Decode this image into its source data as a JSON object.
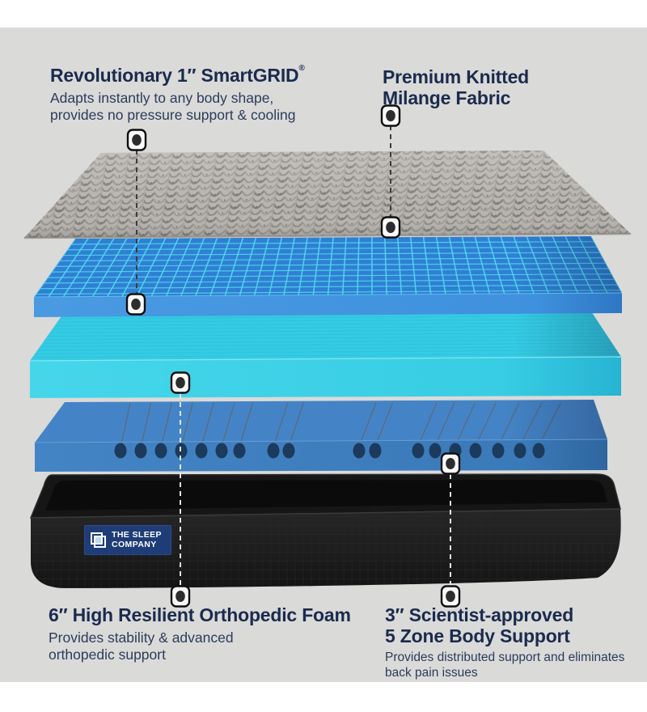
{
  "colors": {
    "background": "#dadad9",
    "page_margin": "#ffffff",
    "heading": "#1b2b4d",
    "body_text": "#2c3c59",
    "grid_layer_top": "#2f80d3",
    "grid_line": "#55d7f0",
    "grid_layer_front": "#3f91de",
    "gel_layer_top": "#35cbe3",
    "gel_layer_front": "#3ad0e6",
    "zone_layer_top": "#4484c6",
    "zone_layer_front": "#3c7ab9",
    "zone_hole": "#1c3a5c",
    "fabric_gray": "#b6b3ae",
    "base_black": "#1e1e1e",
    "badge_bg": "#1e3c77"
  },
  "callouts": {
    "smartgrid": {
      "title": "Revolutionary 1″ SmartGRID",
      "registered_mark": "®",
      "desc_line1": "Adapts instantly to any body shape,",
      "desc_line2": "provides no pressure support & cooling"
    },
    "fabric": {
      "title_line1": "Premium Knitted",
      "title_line2": "Milange Fabric"
    },
    "foam": {
      "title": "6″ High Resilient Orthopedic Foam",
      "desc_line1": "Provides stability & advanced",
      "desc_line2": "orthopedic support"
    },
    "zones": {
      "title_line1": "3″ Scientist-approved",
      "title_line2": "5 Zone Body Support",
      "desc_line1": "Provides distributed support and eliminates",
      "desc_line2": "back pain issues"
    }
  },
  "brand": {
    "name_line1": "THE SLEEP",
    "name_line2": "COMPANY"
  }
}
